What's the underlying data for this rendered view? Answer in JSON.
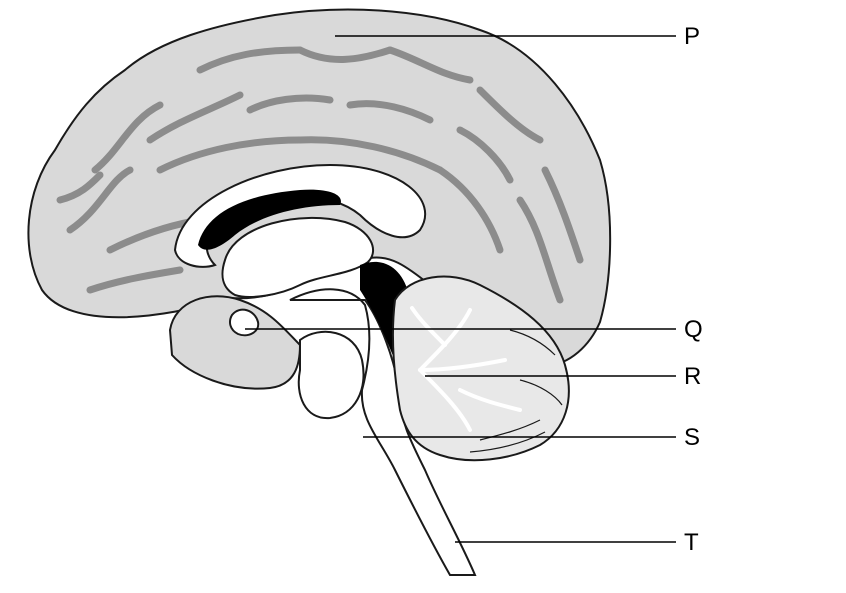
{
  "labels": [
    {
      "id": "P",
      "text": "P"
    },
    {
      "id": "Q",
      "text": "Q"
    },
    {
      "id": "R",
      "text": "R"
    },
    {
      "id": "S",
      "text": "S"
    },
    {
      "id": "T",
      "text": "T"
    }
  ],
  "colors": {
    "background": "#ffffff",
    "cortex_fill": "#d9d9d9",
    "sulci": "#8c8c8c",
    "outline": "#1a1a1a",
    "ventricle": "#000000",
    "white_matter": "#ffffff",
    "leader_line": "#000000"
  }
}
